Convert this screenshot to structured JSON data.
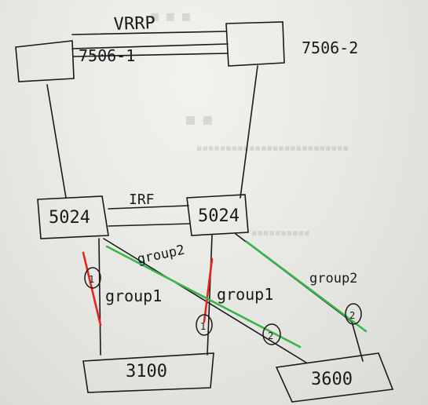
{
  "diagram": {
    "top_protocol_label": "VRRP",
    "core_left_label": "7506-1",
    "core_right_label": "7506-2",
    "irf_label": "IRF",
    "switch_left_label": "5024",
    "switch_right_label": "5024",
    "access_left_label": "3100",
    "access_right_label": "3600",
    "group_labels": [
      "group2",
      "group1",
      "group1",
      "group2"
    ],
    "port_markers": [
      "1",
      "1",
      "2",
      "2"
    ],
    "colors": {
      "ink": "#1a1a1a",
      "red": "#e8231f",
      "green": "#39b54a",
      "paper": "#e9e9e6"
    }
  }
}
